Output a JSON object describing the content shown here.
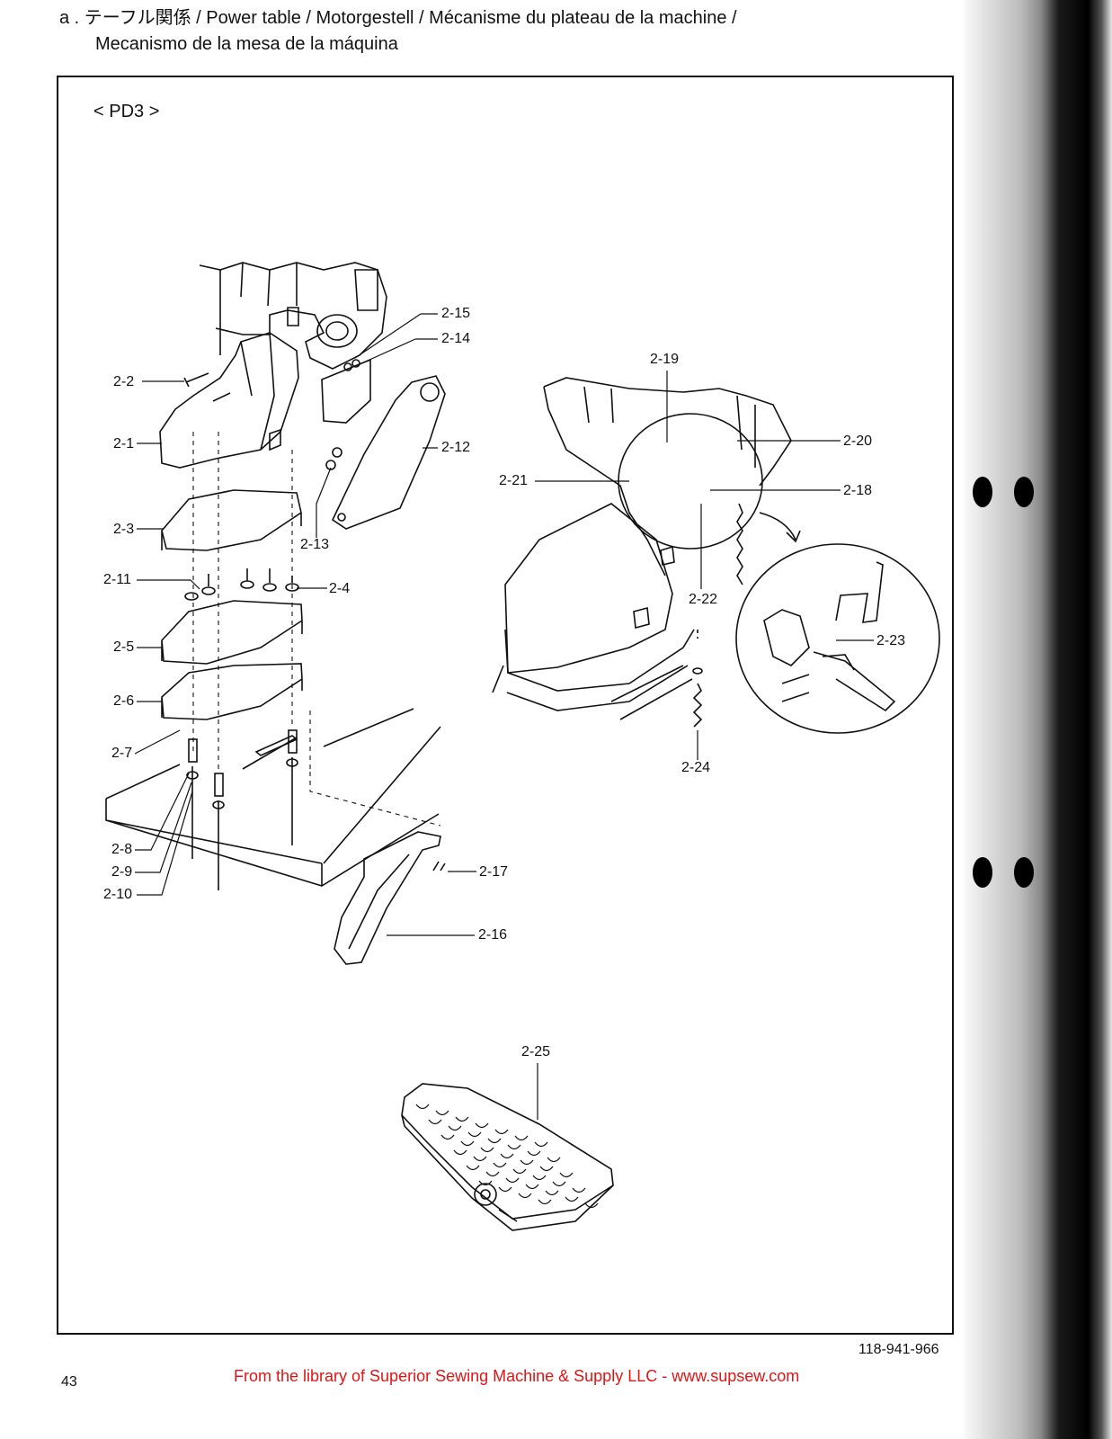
{
  "header": {
    "line1": "a . テーフル関係 / Power table / Motorgestell / Mécanisme du plateau de la machine /",
    "line2": "Mecanismo de la mesa de la máquina"
  },
  "figure": {
    "code": "< PD3 >",
    "part_labels": [
      "2-1",
      "2-2",
      "2-3",
      "2-4",
      "2-5",
      "2-6",
      "2-7",
      "2-8",
      "2-9",
      "2-10",
      "2-11",
      "2-12",
      "2-13",
      "2-14",
      "2-15",
      "2-16",
      "2-17",
      "2-18",
      "2-19",
      "2-20",
      "2-21",
      "2-22",
      "2-23",
      "2-24",
      "2-25"
    ]
  },
  "footer": {
    "doc_number": "118-941-966",
    "page_number": "43",
    "credit": "From the library of Superior Sewing Machine & Supply LLC - www.supsew.com",
    "credit_color": "#e01515"
  }
}
